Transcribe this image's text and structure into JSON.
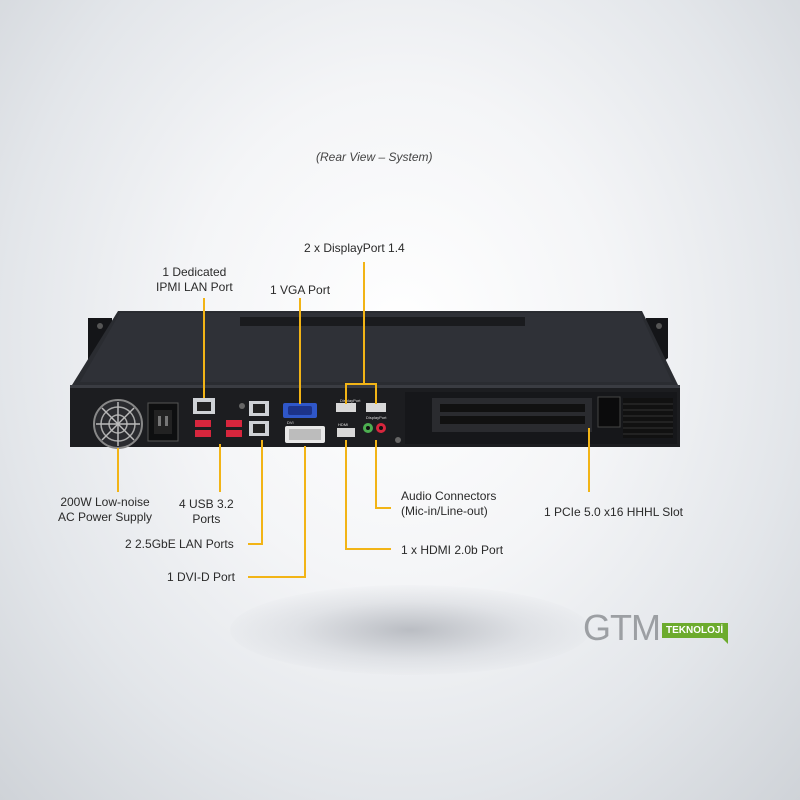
{
  "caption": "(Rear View – System)",
  "labels": {
    "ipmi_lan": [
      "1 Dedicated",
      "IPMI LAN Port"
    ],
    "vga": "1 VGA Port",
    "displayport": "2 x DisplayPort 1.4",
    "power_supply": [
      "200W Low-noise",
      "AC Power Supply"
    ],
    "usb": [
      "4 USB 3.2",
      "Ports"
    ],
    "lan": "2 2.5GbE LAN Ports",
    "dvi": "1 DVI-D Port",
    "audio": [
      "Audio Connectors",
      "(Mic-in/Line-out)"
    ],
    "hdmi": "1 x HDMI 2.0b Port",
    "pcie": "1 PCIe 5.0 x16 HHHL Slot"
  },
  "port_tags": {
    "displayport_a": "DisplayPort",
    "displayport_b": "DisplayPort",
    "dvi": "DVI",
    "hdmi": "HDMI"
  },
  "brand": {
    "name": "GTM",
    "tag": "TEKNOLOJİ"
  },
  "colors": {
    "callout_line": "#f2b416",
    "chassis": "#1c1d20",
    "usb_port": "#d7263d",
    "vga_port": "#2f57c9",
    "brand_green": "#6cab2d",
    "brand_gray": "#9c9fa3"
  }
}
